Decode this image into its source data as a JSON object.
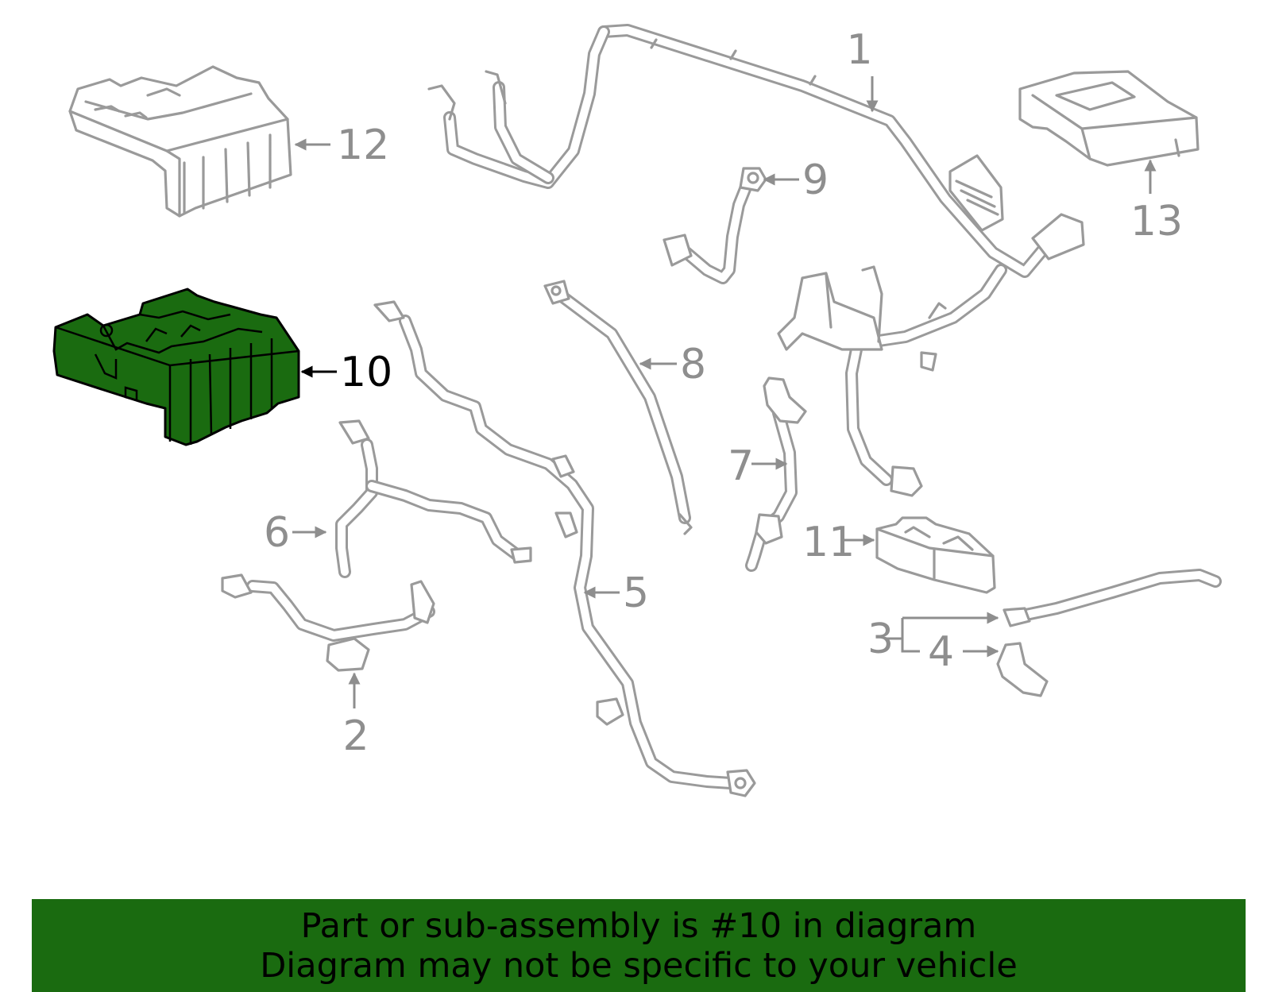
{
  "callouts": {
    "c1": "1",
    "c2": "2",
    "c3": "3",
    "c4": "4",
    "c5": "5",
    "c6": "6",
    "c7": "7",
    "c8": "8",
    "c9": "9",
    "c10": "10",
    "c11": "11",
    "c12": "12",
    "c13": "13"
  },
  "highlighted_part": "10",
  "colors": {
    "highlight": "#1a6b10",
    "line_art": "#9a9a9a",
    "banner": "#1a6b10"
  },
  "banner": {
    "line1": "Part or sub-assembly is #10 in diagram",
    "line2": "Diagram may not be specific to your vehicle"
  }
}
